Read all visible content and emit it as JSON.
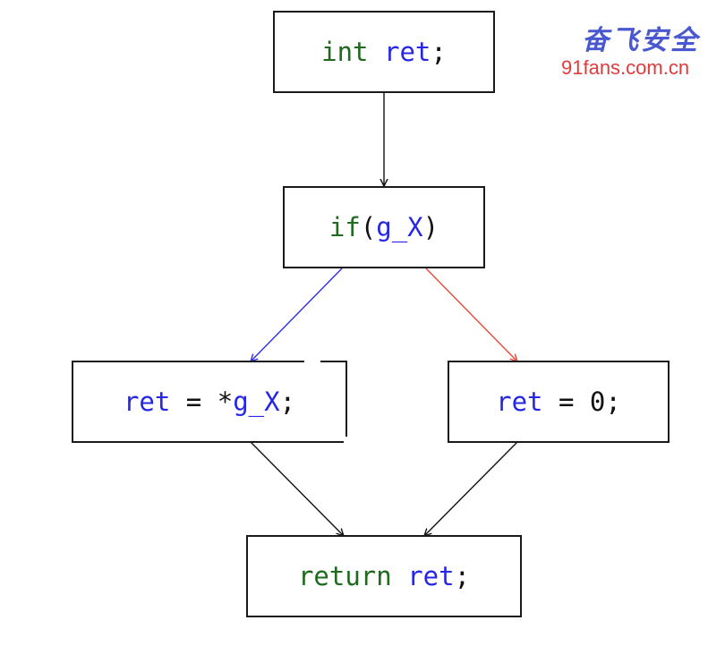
{
  "watermark": {
    "title": "奋飞安全",
    "url": "91fans.com.cn"
  },
  "nodes": {
    "decl": {
      "kw": "int",
      "id": "ret",
      "rest": ";"
    },
    "cond": {
      "kw": "if",
      "p1": "(",
      "id": "g_X",
      "p2": ")"
    },
    "then": {
      "id1": "ret",
      "op": " = *",
      "id2": "g_X",
      "rest": ";"
    },
    "else": {
      "id": "ret",
      "rest": " = 0;"
    },
    "ret": {
      "kw": "return",
      "id": "ret",
      "rest": ";"
    }
  },
  "colors": {
    "true_edge": "#2e2ee6",
    "false_edge": "#e8483a",
    "edge": "#111111",
    "keyword": "#1f6a1f",
    "identifier": "#2626e6"
  }
}
